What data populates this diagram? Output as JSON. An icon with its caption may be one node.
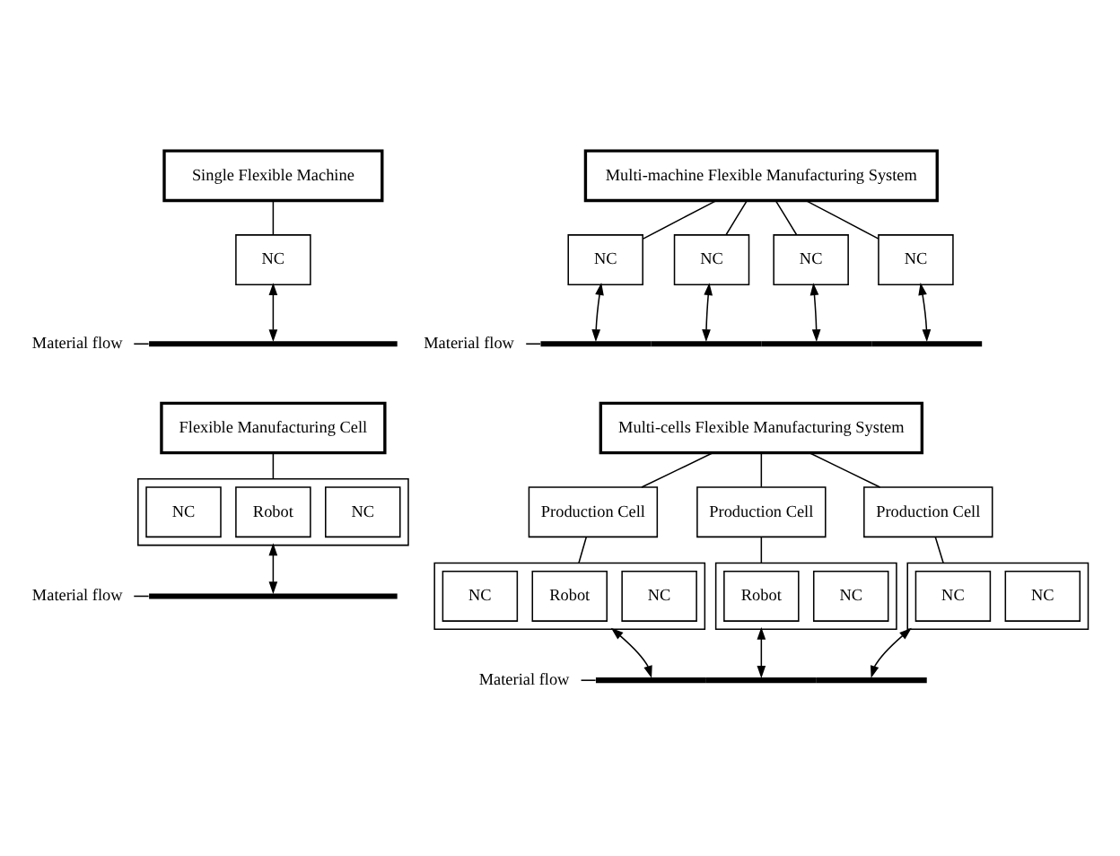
{
  "diagram": {
    "nodes": [
      {
        "text": [
          "Single Flexible Machine"
        ]
      },
      {
        "text": [
          "NC"
        ]
      },
      {
        "text": [],
        "shape": "bar"
      },
      {
        "text": [
          "Material flow"
        ]
      },
      {
        "text": [
          "Multi-machine Flexible Manufacturing System"
        ]
      },
      {
        "text": [
          "NC"
        ]
      },
      {
        "text": [
          "NC"
        ]
      },
      {
        "text": [
          "NC"
        ]
      },
      {
        "text": [
          "NC"
        ]
      },
      {
        "text": [],
        "shape": "bar"
      },
      {
        "text": [
          "Material flow"
        ]
      },
      {
        "text": [
          "Flexible Manufacturing Cell"
        ]
      },
      {
        "text": [],
        "shape": "box"
      },
      {
        "text": [
          "NC"
        ],
        "in": 12
      },
      {
        "text": [
          "Robot"
        ],
        "in": 12
      },
      {
        "text": [
          "NC"
        ],
        "in": 12
      },
      {
        "text": [],
        "shape": "bar"
      },
      {
        "text": [
          "Material flow"
        ]
      },
      {
        "text": [
          "Multi-cells Flexible Manufacturing System"
        ]
      },
      {
        "text": [
          "Production Cell"
        ]
      },
      {
        "text": [
          "Production Cell"
        ]
      },
      {
        "text": [
          "Production Cell"
        ]
      },
      {
        "text": [],
        "shape": "box"
      },
      {
        "text": [
          "NC"
        ],
        "in": 22
      },
      {
        "text": [
          "Robot"
        ],
        "in": 22
      },
      {
        "text": [
          "NC"
        ],
        "in": 22
      },
      {
        "text": [],
        "shape": "box"
      },
      {
        "text": [
          "NC"
        ],
        "in": 26
      },
      {
        "text": [
          "Robot"
        ],
        "in": 26
      },
      {
        "text": [],
        "shape": "box"
      },
      {
        "text": [
          "NC"
        ],
        "in": 29
      },
      {
        "text": [
          "NC"
        ],
        "in": 29
      },
      {
        "text": [],
        "shape": "bar"
      },
      {
        "text": [
          "Material flow"
        ]
      }
    ],
    "edges": [
      {
        "from": 0,
        "to": 1,
        "arrow": "none"
      },
      {
        "from": 1,
        "to": 2,
        "arrow": "both"
      },
      {
        "from": 3,
        "to": 2,
        "arrow": "none"
      },
      {
        "from": 4,
        "to": 5,
        "arrow": "none"
      },
      {
        "from": 4,
        "to": 6,
        "arrow": "none"
      },
      {
        "from": 4,
        "to": 7,
        "arrow": "none"
      },
      {
        "from": 4,
        "to": 8,
        "arrow": "none"
      },
      {
        "from": 5,
        "to": 9,
        "arrow": "both"
      },
      {
        "from": 6,
        "to": 9,
        "arrow": "both"
      },
      {
        "from": 7,
        "to": 9,
        "arrow": "both"
      },
      {
        "from": 8,
        "to": 9,
        "arrow": "both"
      },
      {
        "from": 10,
        "to": 9,
        "arrow": "none"
      },
      {
        "from": 11,
        "to": 12,
        "arrow": "none"
      },
      {
        "from": 12,
        "to": 16,
        "arrow": "both"
      },
      {
        "from": 17,
        "to": 16,
        "arrow": "none"
      },
      {
        "from": 18,
        "to": 19,
        "arrow": "none"
      },
      {
        "from": 18,
        "to": 20,
        "arrow": "none"
      },
      {
        "from": 18,
        "to": 21,
        "arrow": "none"
      },
      {
        "from": 19,
        "to": 22,
        "arrow": "none"
      },
      {
        "from": 20,
        "to": 26,
        "arrow": "none"
      },
      {
        "from": 21,
        "to": 29,
        "arrow": "none"
      },
      {
        "from": 22,
        "to": 32,
        "arrow": "both"
      },
      {
        "from": 26,
        "to": 32,
        "arrow": "both"
      },
      {
        "from": 29,
        "to": 32,
        "arrow": "both"
      },
      {
        "from": 33,
        "to": 32,
        "arrow": "none"
      }
    ]
  }
}
